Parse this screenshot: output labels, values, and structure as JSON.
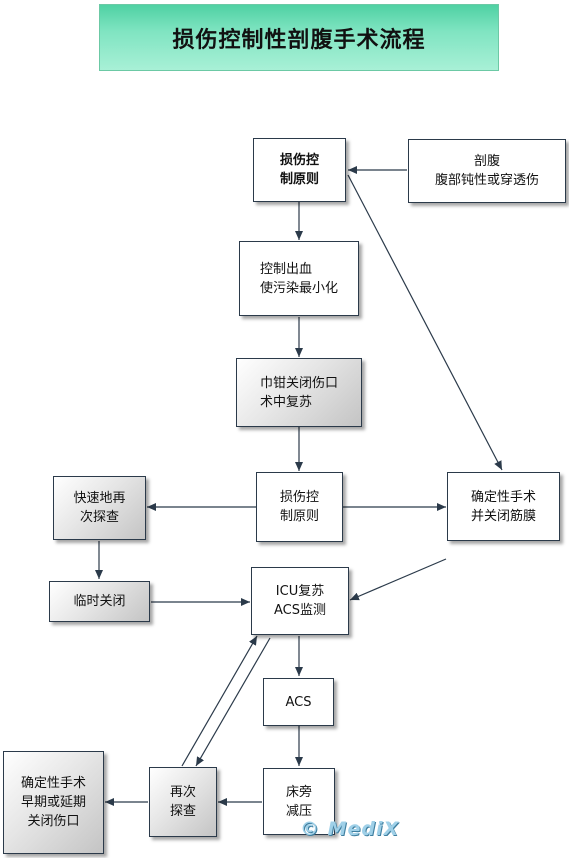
{
  "title": "损伤控制性剖腹手术流程",
  "nodes": {
    "dc_principle_top": "损伤控\n制原则",
    "laparotomy": "剖腹\n腹部钝性或穿透伤",
    "control_bleeding": "控制出血\n使污染最小化",
    "towel_clip": "巾钳关闭伤口\n术中复苏",
    "dc_principle_mid": "损伤控\n制原则",
    "rapid_reexplore": "快速地再\n次探查",
    "definitive_close_fascia": "确定性手术\n并关闭筋膜",
    "temporary_close": "临时关闭",
    "icu": "ICU复苏\nACS监测",
    "acs": "ACS",
    "bedside_decompression": "床旁\n减压",
    "reexplore": "再次\n探查",
    "definitive_early_late": "确定性手术\n早期或延期\n关闭伤口"
  },
  "watermark": "© MediX",
  "colors": {
    "title_banner": "#7fe4c1",
    "arrow": "#2b3a4a",
    "gray_box": "#d0d0d0"
  }
}
